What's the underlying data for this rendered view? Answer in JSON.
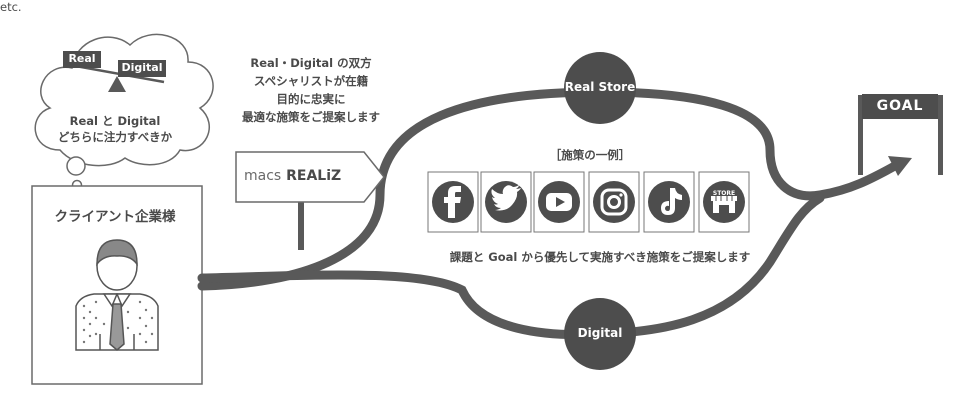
{
  "cloud": {
    "scale_left": "Real",
    "scale_right": "Digital",
    "question_line1": "Real と Digital",
    "question_line2": "どちらに注力すべきか"
  },
  "client": {
    "title": "クライアント企業様"
  },
  "specialist": {
    "line1": "Real・Digital の双方",
    "line2": "スペシャリストが在籍",
    "line3": "目的に忠実に",
    "line4": "最適な施策をご提案します"
  },
  "signpost": {
    "logo_prefix": "macs",
    "logo_main": "REALiZ"
  },
  "nodes": {
    "real_store": "Real Store",
    "digital": "Digital"
  },
  "goal": "GOAL",
  "examples": {
    "title": "［施策の一例］",
    "icons": [
      {
        "name": "facebook-icon"
      },
      {
        "name": "twitter-icon"
      },
      {
        "name": "youtube-icon"
      },
      {
        "name": "instagram-icon"
      },
      {
        "name": "tiktok-icon"
      },
      {
        "name": "store-icon",
        "label": "STORE"
      }
    ],
    "etc": "etc.",
    "priority_text": "課題と Goal から優先して実施すべき施策をご提案します"
  },
  "colors": {
    "road": "#595959",
    "text": "#4a4a4a",
    "node_fill": "#4d4d4d"
  }
}
